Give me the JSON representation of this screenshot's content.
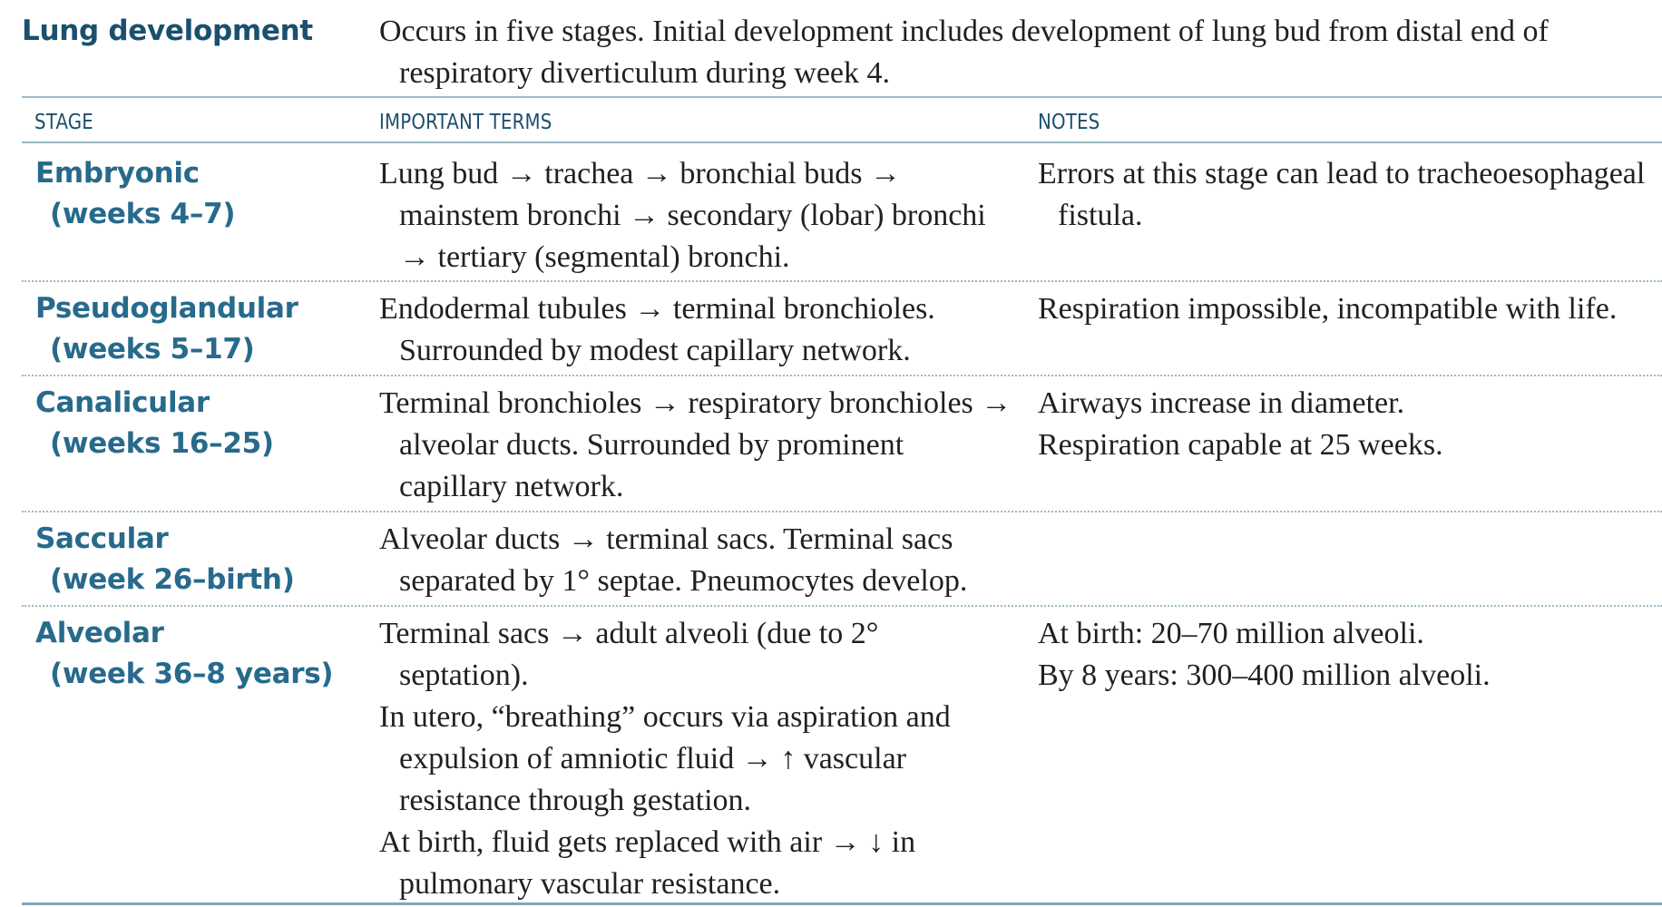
{
  "heading": "Lung development",
  "intro": "Occurs in five stages. Initial development includes development of lung bud from distal end of respiratory diverticulum during week 4.",
  "columns": {
    "stage": "STAGE",
    "terms": "IMPORTANT TERMS",
    "notes": "NOTES"
  },
  "rows": [
    {
      "name": "Embryonic",
      "weeks": "(weeks 4–7)",
      "terms": [
        "Lung bud → trachea → bronchial buds → mainstem bronchi → secondary (lobar) bronchi → tertiary (segmental) bronchi."
      ],
      "notes": [
        "Errors at this stage can lead to tracheoesophageal fistula."
      ]
    },
    {
      "name": "Pseudoglandular",
      "weeks": "(weeks 5–17)",
      "terms": [
        "Endodermal tubules → terminal bronchioles. Surrounded by modest capillary network."
      ],
      "notes": [
        "Respiration impossible, incompatible with life."
      ]
    },
    {
      "name": "Canalicular",
      "weeks": "(weeks 16–25)",
      "terms": [
        "Terminal bronchioles → respiratory bronchioles → alveolar ducts. Surrounded by prominent capillary network."
      ],
      "notes": [
        "Airways increase in diameter.",
        "Respiration capable at 25 weeks."
      ]
    },
    {
      "name": "Saccular",
      "weeks": "(week 26–birth)",
      "terms": [
        "Alveolar ducts → terminal sacs. Terminal sacs separated by 1° septae. Pneumocytes develop."
      ],
      "notes": []
    },
    {
      "name": "Alveolar",
      "weeks": "(week 36–8 years)",
      "terms": [
        "Terminal sacs → adult alveoli (due to 2° septation).",
        "In utero, “breathing” occurs via aspiration and expulsion of amniotic fluid → ↑ vascular resistance through gestation.",
        "At birth, fluid gets replaced with air → ↓ in pulmonary vascular resistance."
      ],
      "notes": [
        "At birth: 20–70 million alveoli.",
        "By 8 years: 300–400 million alveoli."
      ]
    }
  ],
  "colors": {
    "heading": "#1b4f6e",
    "stage_name": "#276a8c",
    "rule": "#9bb9c7",
    "text": "#231f20"
  }
}
